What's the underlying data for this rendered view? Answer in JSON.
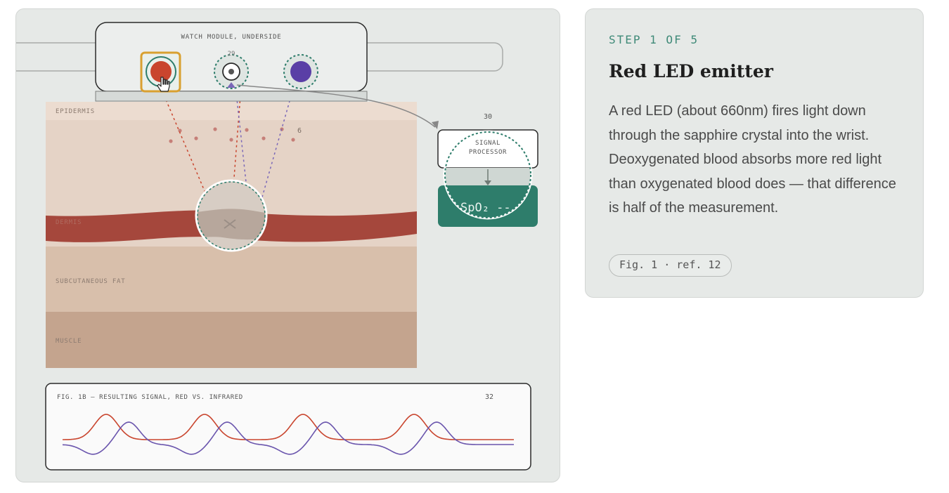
{
  "diagram": {
    "watch_label": "WATCH MODULE, UNDERSIDE",
    "sensor_callout_a": "29",
    "processor_callout": "30",
    "scatter_callout": "6",
    "processor_label_line1": "SIGNAL",
    "processor_label_line2": "PROCESSOR",
    "spo2_readout": "SpO₂ --",
    "layers": {
      "epidermis": "EPIDERMIS",
      "dermis": "DERMIS",
      "fat": "SUBCUTANEOUS FAT",
      "muscle": "MUSCLE"
    },
    "leds": [
      {
        "name": "red-led",
        "color": "#c9452e",
        "active": true
      },
      {
        "name": "photodetector",
        "color": "#ffffff",
        "active": false
      },
      {
        "name": "infrared-led",
        "color": "#5a3fa6",
        "active": false
      }
    ],
    "colors": {
      "red": "#c9452e",
      "infrared": "#5a3fa6",
      "accent": "#2e7d6b",
      "active_border": "#d9a030"
    }
  },
  "signal": {
    "title": "FIG. 1B — RESULTING SIGNAL, RED VS. INFRARED",
    "callout": "32",
    "series_colors": [
      "#c9452e",
      "#6a55ad"
    ]
  },
  "step": {
    "label": "STEP 1 OF 5",
    "title": "Red LED emitter",
    "body": "A red LED (about 660nm) fires light down through the sapphire crystal into the wrist. Deoxygenated blood absorbs more red light than oxygenated blood does — that difference is half of the measurement.",
    "figure_ref": "Fig. 1 · ref. 12"
  }
}
